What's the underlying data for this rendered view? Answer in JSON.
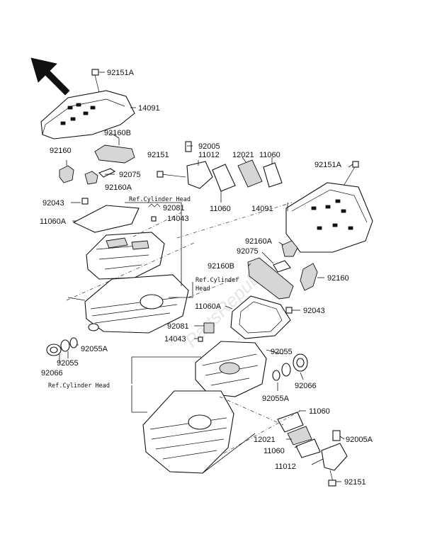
{
  "watermark": "PartsRepublik",
  "labels": {
    "l_92151A_top": "92151A",
    "l_14091_top": "14091",
    "l_92160B_top": "92160B",
    "l_92160_top": "92160",
    "l_92005_top": "92005",
    "l_92151_top": "92151",
    "l_11012_top": "11012",
    "l_12021_top": "12021",
    "l_11060_top": "11060",
    "l_92075_top": "92075",
    "l_92160A_top": "92160A",
    "l_92043_top": "92043",
    "l_92081_top": "92081",
    "l_11060A_top": "11060A",
    "l_14043_top": "14043",
    "l_11060_mid": "11060",
    "l_92151A_right": "92151A",
    "l_14091_right": "14091",
    "l_92160A_mid": "92160A",
    "l_92075_mid": "92075",
    "l_92160B_mid": "92160B",
    "l_92160_mid": "92160",
    "l_11060A_mid": "11060A",
    "l_92043_mid": "92043",
    "l_92081_mid": "92081",
    "l_14043_mid": "14043",
    "l_92055A_left": "92055A",
    "l_92055_left": "92055",
    "l_92066_left": "92066",
    "l_92055_right": "92055",
    "l_92066_right": "92066",
    "l_92055A_right": "92055A",
    "l_11060_bot": "11060",
    "l_12021_bot": "12021",
    "l_92005A_bot": "92005A",
    "l_11060_bot2": "11060",
    "l_11012_bot": "11012",
    "l_92151_bot": "92151"
  },
  "refs": {
    "ref1_line1": "Ref.Cylinder Head",
    "ref2_line1": "Ref.Cylinder",
    "ref2_line2": "Head",
    "ref3_line1": "Ref.Cylinder Head"
  },
  "icons": {
    "orientation_arrow": "arrow-up-left-icon"
  }
}
